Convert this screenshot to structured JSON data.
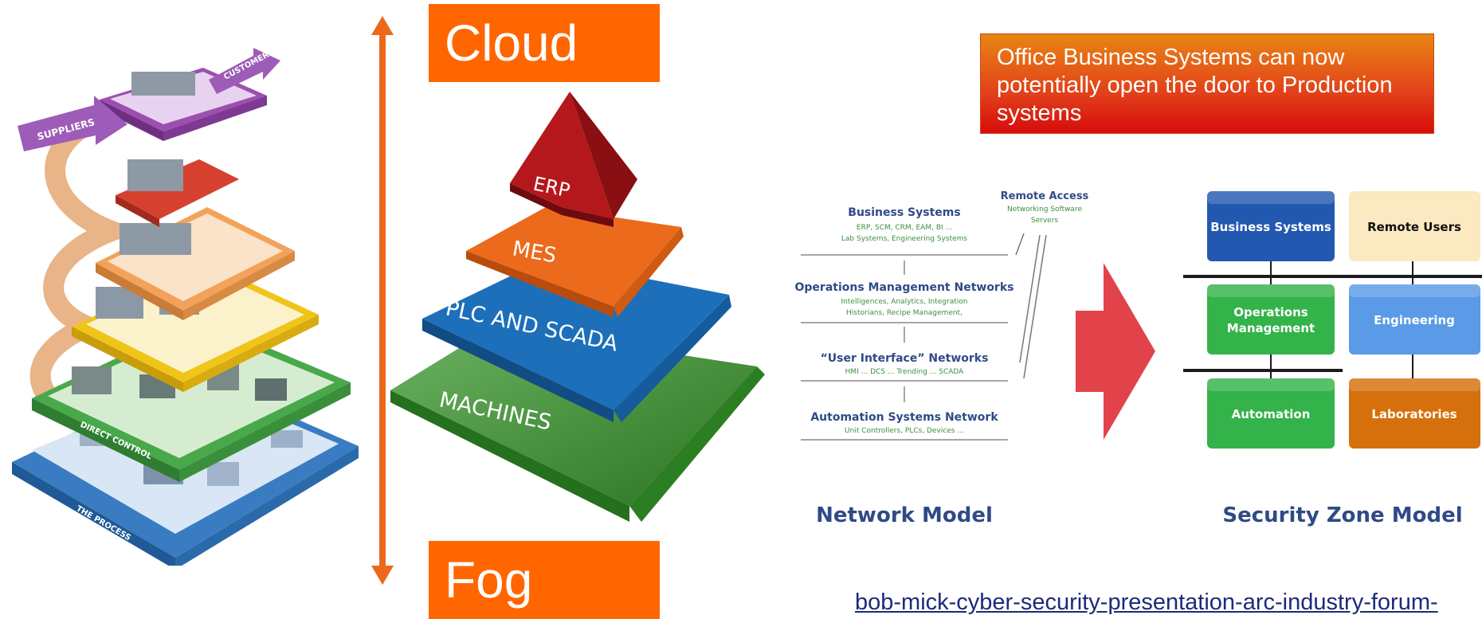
{
  "tags": {
    "top": "Cloud",
    "bottom": "Fog"
  },
  "pyramid": {
    "levels": [
      "ERP",
      "MES",
      "PLC AND SCADA",
      "MACHINES"
    ]
  },
  "isa_illustration": {
    "arrow_labels": [
      "SUPPLIERS",
      "CUSTOMERS"
    ],
    "level_labels": [
      "DIRECT CONTROL",
      "THE PROCESS"
    ]
  },
  "callout": {
    "text": "Office Business Systems can now potentially open the door to Production systems"
  },
  "network_model": {
    "title": "Network  Model",
    "layers": [
      {
        "name": "Business Systems",
        "line1": "ERP, SCM, CRM, EAM, BI ...",
        "line2": "Lab Systems, Engineering Systems"
      },
      {
        "name": "Operations Management Networks",
        "line1": "Intelligences, Analytics, Integration",
        "line2": "Historians, Recipe Management,"
      },
      {
        "name": "“User Interface” Networks",
        "line1": "HMI ... DCS ... Trending ... SCADA",
        "line2": ""
      },
      {
        "name": "Automation Systems Network",
        "line1": "Unit Controllers, PLCs, Devices ...",
        "line2": ""
      }
    ],
    "remote_access": {
      "title": "Remote Access",
      "line1": "Networking Software",
      "line2": "Servers"
    }
  },
  "security_zone_model": {
    "title": "Security Zone Model",
    "zones": {
      "business": "Business Systems",
      "remote": "Remote Users",
      "operations_1": "Operations",
      "operations_2": "Management",
      "engineering": "Engineering",
      "automation": "Automation",
      "laboratories": "Laboratories"
    }
  },
  "colors": {
    "accent": "#ff6600",
    "erp": "#b5181c",
    "mes": "#ec6a1c",
    "plc": "#1d6fba",
    "machines": "#3a9a2d",
    "zone_blue": "#2358b0",
    "zone_cream": "#fbe9c2",
    "zone_green": "#33b34a",
    "zone_lightblue": "#5a9ae6",
    "zone_orange": "#d6700c",
    "big_arrow": "#e2434a"
  },
  "source_link": "bob-mick-cyber-security-presentation-arc-industry-forum-"
}
